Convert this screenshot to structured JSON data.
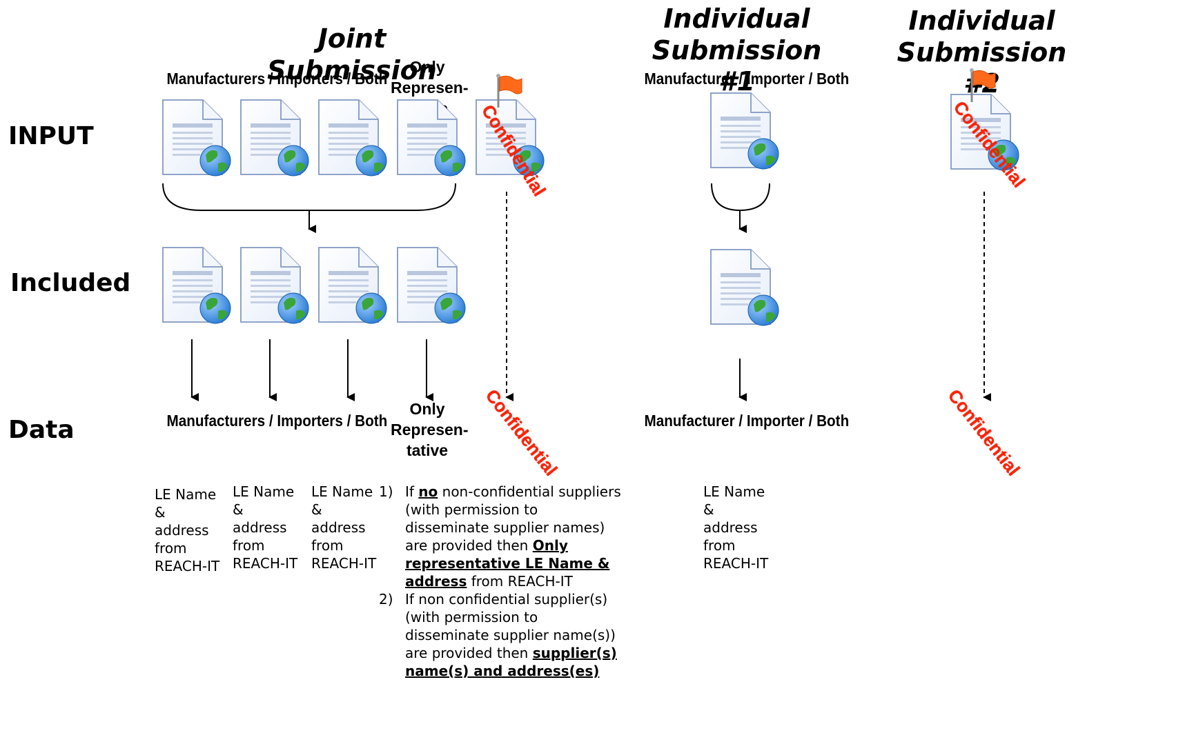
{
  "titles": {
    "joint": "Joint Submission",
    "individual_1": "Individual Submission #1",
    "individual_2": "Individual Submission #2"
  },
  "rows": {
    "input": "INPUT",
    "included": "Included",
    "data": "Data"
  },
  "roles": {
    "joint_group": "Manufacturers / Importers / Both",
    "only_representative": "Only Represen- tative",
    "individual": "Manufacturer / Importer / Both"
  },
  "confidential_label": "Confidential",
  "le_name_text": "LE Name & address from REACH-IT",
  "notes": {
    "n1": {
      "num": "1)",
      "a": "If ",
      "b": "no",
      "c": " non-confidential suppliers (with permission to disseminate supplier names) are provided then ",
      "d": "Only representative LE Name & address",
      "e": " from REACH-IT"
    },
    "n2": {
      "num": "2)",
      "a": "If non confidential supplier(s) (with permission to disseminate supplier name(s)) are provided then ",
      "b": "supplier(s) name(s) and address(es)"
    }
  },
  "icons": {
    "document": "document-globe-icon",
    "flag": "flag-icon"
  },
  "colors": {
    "confidential": "#ff2200",
    "doc_fill": "#e6eefb",
    "doc_stroke": "#8ea3c8",
    "globe": "#2a7bd4",
    "land": "#3aa53a"
  }
}
